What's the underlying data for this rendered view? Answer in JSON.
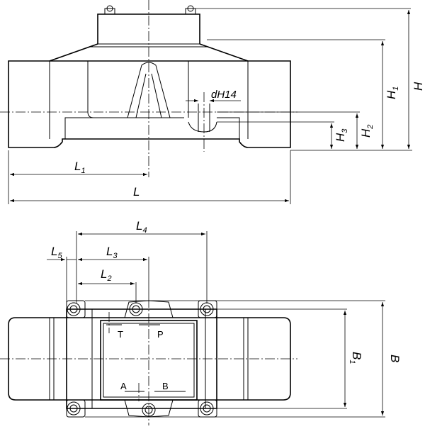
{
  "front_view": {
    "dims": {
      "L": "L",
      "L1": "L",
      "L1_sub": "1",
      "H": "H",
      "H1": "H",
      "H1_sub": "1",
      "H2": "H",
      "H2_sub": "2",
      "H3": "H",
      "H3_sub": "3",
      "dH14": "dH14"
    }
  },
  "plan_view": {
    "dims": {
      "L4": "L",
      "L4_sub": "4",
      "L5": "L",
      "L5_sub": "5",
      "L3": "L",
      "L3_sub": "3",
      "L2": "L",
      "L2_sub": "2",
      "B": "B",
      "B1": "B",
      "B1_sub": "1"
    },
    "ports": {
      "T": "T",
      "P": "P",
      "A": "A",
      "B": "B"
    }
  }
}
